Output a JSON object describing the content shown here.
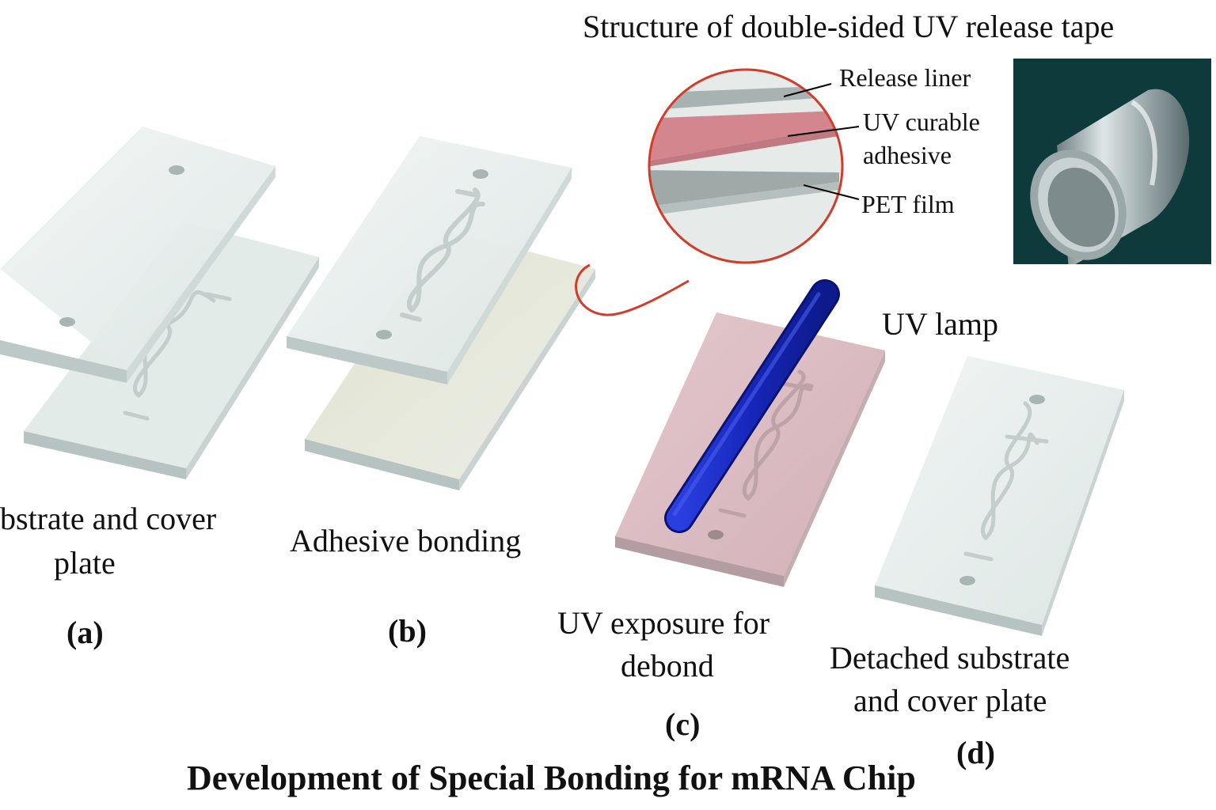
{
  "title": "Development of Special Bonding for mRNA Chip",
  "tape_structure": {
    "heading": "Structure of double-sided UV release tape",
    "layers": [
      {
        "label": "Release liner"
      },
      {
        "label_line1": "UV curable",
        "label_line2": "adhesive"
      },
      {
        "label": "PET film"
      }
    ],
    "callout_color": "#d23c2a"
  },
  "uv_lamp": {
    "label": "UV lamp",
    "color": "#1b2fbf"
  },
  "panels": {
    "a": {
      "id": "(a)",
      "caption_line1": "bstrate and cover",
      "caption_line2": "plate"
    },
    "b": {
      "id": "(b)",
      "caption": "Adhesive bonding"
    },
    "c": {
      "id": "(c)",
      "caption_line1": "UV exposure for",
      "caption_line2": "debond"
    },
    "d": {
      "id": "(d)",
      "caption_line1": "Detached substrate",
      "caption_line2": "and cover plate"
    }
  },
  "colors": {
    "glass": "#e7eeed",
    "glass_edge": "#b9c6c4",
    "adhesive_pink": "#d9b7bf",
    "adhesive_layer": "#cf8d92"
  }
}
